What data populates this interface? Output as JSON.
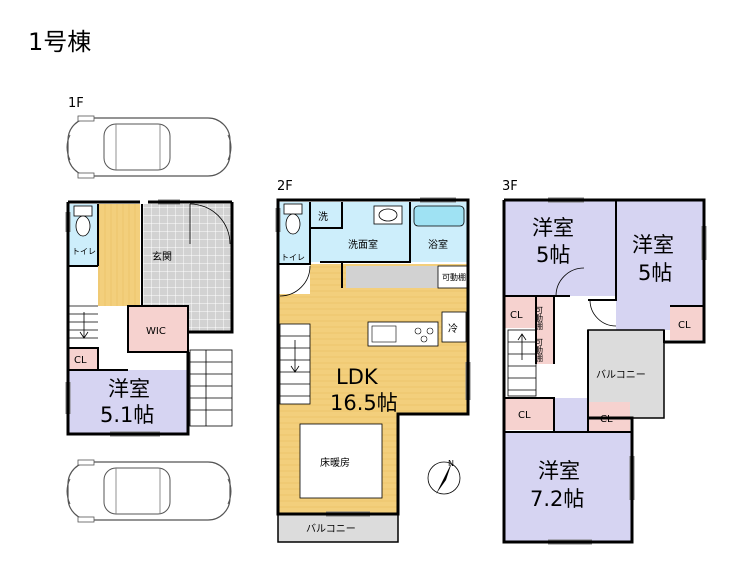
{
  "title": "1号棟",
  "colors": {
    "bedroom": "#d6d4f2",
    "ldk": "#f3cf7c",
    "wet": "#cdeefb",
    "closet": "#f6d2cf",
    "hall": "#d2d2d2",
    "balcony": "#dcdcdc",
    "wall": "#000000",
    "window": "#7e7e7e",
    "floorHeat": "#ffffff"
  },
  "floors": {
    "f1": {
      "label": "1F",
      "rooms": {
        "toilet": "トイレ",
        "entrance": "玄関",
        "wic": "WIC",
        "cl": "CL",
        "bedroom_name": "洋室",
        "bedroom_size": "5.1帖"
      }
    },
    "f2": {
      "label": "2F",
      "rooms": {
        "wash": "洗",
        "toilet": "トイレ",
        "washroom": "洗面室",
        "bath": "浴室",
        "shelf": "可動棚",
        "fridge": "冷",
        "ldk_name": "LDK",
        "ldk_size": "16.5帖",
        "floor_heating": "床暖房",
        "balcony": "バルコニー"
      }
    },
    "f3": {
      "label": "3F",
      "rooms": {
        "room_a_name": "洋室",
        "room_a_size": "5帖",
        "room_b_name": "洋室",
        "room_b_size": "5帖",
        "cl1": "CL",
        "cl2": "CL",
        "cl3": "CL",
        "cl4": "CL",
        "shelf1": "可動棚",
        "shelf2": "可動棚",
        "balcony": "バルコニー",
        "room_c_name": "洋室",
        "room_c_size": "7.2帖"
      }
    }
  },
  "compass": {
    "north_label": "N"
  }
}
